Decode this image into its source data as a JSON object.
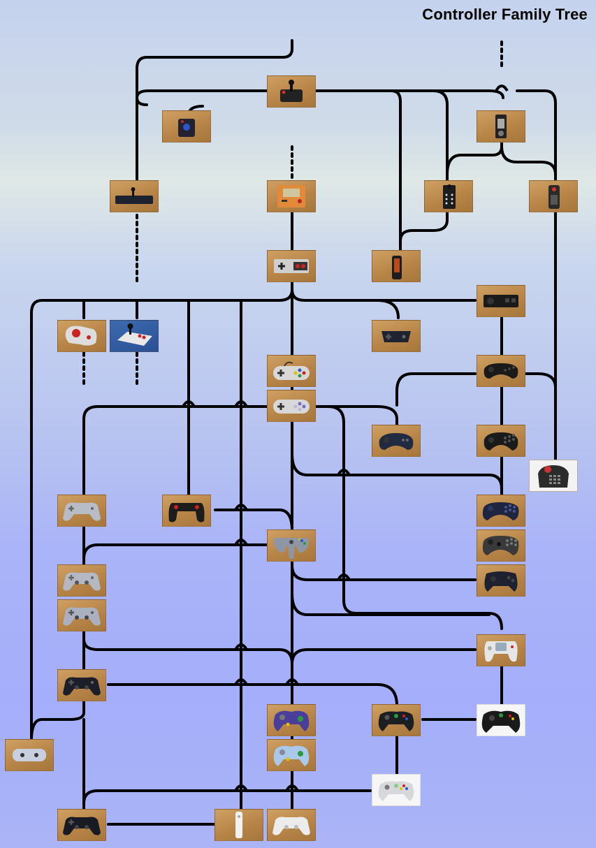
{
  "page": {
    "title": "Controller Family Tree"
  },
  "colors": {
    "line": "#000000",
    "wood": "#c2904f"
  },
  "nodes": [
    {
      "id": "atari-joystick",
      "icon": "joystick-icon"
    },
    {
      "id": "atari-paddle",
      "icon": "paddle-icon"
    },
    {
      "id": "intellivision-controller",
      "icon": "keypad-controller-icon"
    },
    {
      "id": "magnavox-joystick-bar",
      "icon": "joystick-bar-icon"
    },
    {
      "id": "game-and-watch",
      "icon": "handheld-icon"
    },
    {
      "id": "colecovision-controller",
      "icon": "keypad-controller-icon"
    },
    {
      "id": "atari-5200-controller",
      "icon": "keypad-controller-icon"
    },
    {
      "id": "vectrex-controller",
      "icon": "stick-controller-icon"
    },
    {
      "id": "nes-controller",
      "icon": "gamepad-icon"
    },
    {
      "id": "nes-advantage-red",
      "icon": "arcade-stick-icon"
    },
    {
      "id": "nes-max-arcade",
      "icon": "arcade-stick-icon"
    },
    {
      "id": "master-system-controller",
      "icon": "gamepad-icon"
    },
    {
      "id": "turbografx-controller",
      "icon": "gamepad-icon"
    },
    {
      "id": "snes-controller-jp",
      "icon": "gamepad-icon"
    },
    {
      "id": "genesis-3-button",
      "icon": "gamepad-icon"
    },
    {
      "id": "snes-controller",
      "icon": "gamepad-icon"
    },
    {
      "id": "cd-i-controller",
      "icon": "gamepad-icon"
    },
    {
      "id": "genesis-6-button",
      "icon": "gamepad-icon"
    },
    {
      "id": "jaguar-controller",
      "icon": "keypad-controller-icon"
    },
    {
      "id": "playstation-controller",
      "icon": "gamepad-icon"
    },
    {
      "id": "virtual-boy-controller",
      "icon": "gamepad-icon"
    },
    {
      "id": "saturn-controller",
      "icon": "gamepad-icon"
    },
    {
      "id": "nintendo-64-controller",
      "icon": "gamepad-icon"
    },
    {
      "id": "saturn-3d-controller",
      "icon": "gamepad-icon"
    },
    {
      "id": "dual-analog-controller",
      "icon": "gamepad-icon"
    },
    {
      "id": "neo-geo-pocket-pad",
      "icon": "gamepad-icon"
    },
    {
      "id": "dualshock-controller",
      "icon": "gamepad-icon"
    },
    {
      "id": "dreamcast-controller",
      "icon": "gamepad-icon"
    },
    {
      "id": "dualshock-2-controller",
      "icon": "gamepad-icon"
    },
    {
      "id": "gamecube-controller",
      "icon": "gamepad-icon"
    },
    {
      "id": "xbox-controller-s",
      "icon": "gamepad-icon"
    },
    {
      "id": "xbox-controller",
      "icon": "gamepad-icon"
    },
    {
      "id": "gba-link-pad",
      "icon": "gamepad-icon"
    },
    {
      "id": "wavebird-controller",
      "icon": "gamepad-icon"
    },
    {
      "id": "gameboy-micro",
      "icon": "handheld-icon"
    },
    {
      "id": "xbox-360-controller",
      "icon": "gamepad-icon"
    },
    {
      "id": "sixaxis-controller",
      "icon": "gamepad-icon"
    },
    {
      "id": "wii-remote",
      "icon": "remote-icon"
    },
    {
      "id": "wii-classic-controller",
      "icon": "gamepad-icon"
    }
  ]
}
